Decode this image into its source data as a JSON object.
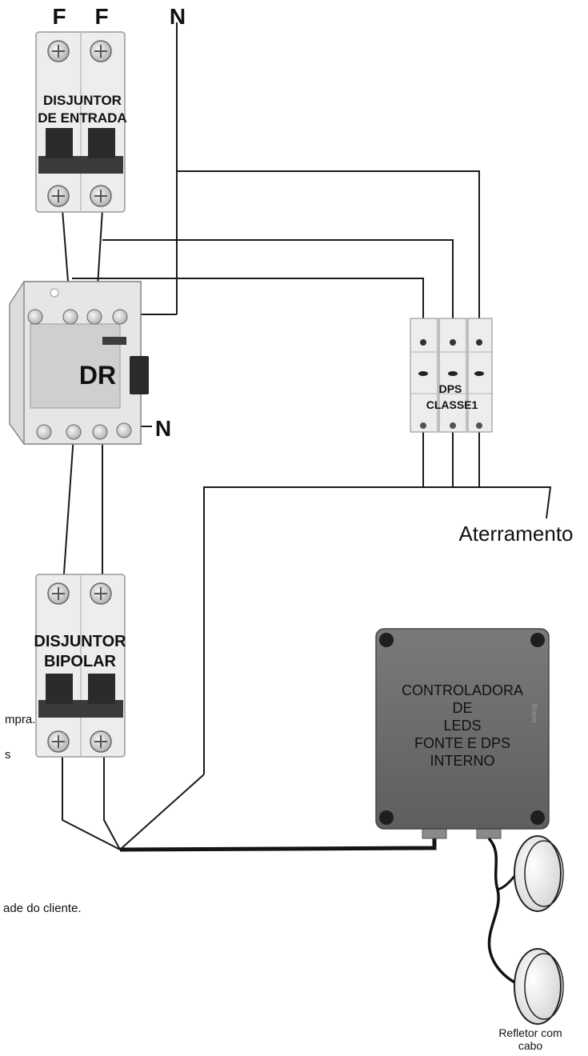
{
  "labels": {
    "phase_1": "F",
    "phase_2": "F",
    "neutral_top": "N",
    "main_breaker_line1": "DISJUNTOR",
    "main_breaker_line2": "DE ENTRADA",
    "dr": "DR",
    "neutral_dr": "N",
    "dps_line1": "DPS",
    "dps_line2": "CLASSE1",
    "ground": "Aterramento",
    "bipolar_line1": "DISJUNTOR",
    "bipolar_line2": "BIPOLAR",
    "controller_line1": "CONTROLADORA",
    "controller_line2": "DE",
    "controller_line3": "LEDS",
    "controller_line4": "FONTE E DPS",
    "controller_line5": "INTERNO",
    "controller_side": "Bravo",
    "reflector_line1": "Refletor com",
    "reflector_line2": "cabo",
    "fragment_1": "mpra.",
    "fragment_2": "s",
    "fragment_3": "ade do cliente."
  },
  "colors": {
    "wire": "#1a1a1a",
    "breaker_body": "#ededed",
    "controller_body": "#6e6e6e",
    "reflector": "#f2f2f2"
  }
}
